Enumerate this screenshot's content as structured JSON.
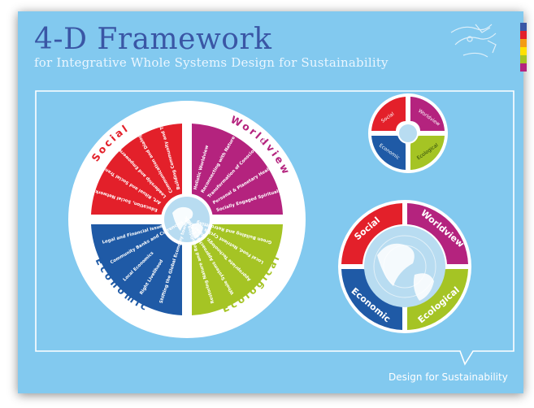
{
  "header": {
    "title": "4-D Framework",
    "subtitle": "for Integrative Whole Systems Design for Sustainability"
  },
  "footer": {
    "label": "Design for Sustainability"
  },
  "colors": {
    "background": "#82c9ef",
    "title": "#3a56a5",
    "social": "#e3202a",
    "worldview": "#b4237e",
    "economic": "#1f5aa6",
    "ecological": "#a5c424",
    "ring": "#ffffff",
    "globe": "#b8dcf1"
  },
  "palette_strip": [
    "#3a56a5",
    "#e3202a",
    "#f39c12",
    "#ffe000",
    "#a5c424",
    "#b4237e"
  ],
  "large_wheel": {
    "quadrants": {
      "social": {
        "label": "Social",
        "items": [
          "Education, Social Networks and Activism",
          "Art, Ritual and Social Transformation",
          "Leadership and Empowerment",
          "Communication and Dialogue",
          "Building Community and Trust"
        ]
      },
      "worldview": {
        "label": "Worldview",
        "items": [
          "Holistic Worldview",
          "Reconnecting with Nature",
          "Transformation of Consciousness",
          "Personal & Planetary Health",
          "Socially Engaged Spirituality"
        ]
      },
      "economic": {
        "label": "Economic",
        "items": [
          "Shifting the Global Economy towards Sustainability",
          "Right Livelihood",
          "Local Economics",
          "Community Banks and Currencies",
          "Legal and Financial Issues"
        ]
      },
      "ecological": {
        "label": "Ecological",
        "items": [
          "Green Building and Retrofitting",
          "Local Food, Nutrient Cycles",
          "Appropriate Technology, Water and Energy",
          "Whole Systems Approach to Ecological Design",
          "Restoring Nature and Rebuilding after Disaster"
        ]
      }
    }
  },
  "small_wheel": {
    "labels": {
      "social": "Social",
      "worldview": "Worldview",
      "economic": "Economic",
      "ecological": "Ecological"
    }
  },
  "medium_wheel": {
    "labels": {
      "social": "Social",
      "worldview": "Worldview",
      "economic": "Economic",
      "ecological": "Ecological"
    }
  }
}
